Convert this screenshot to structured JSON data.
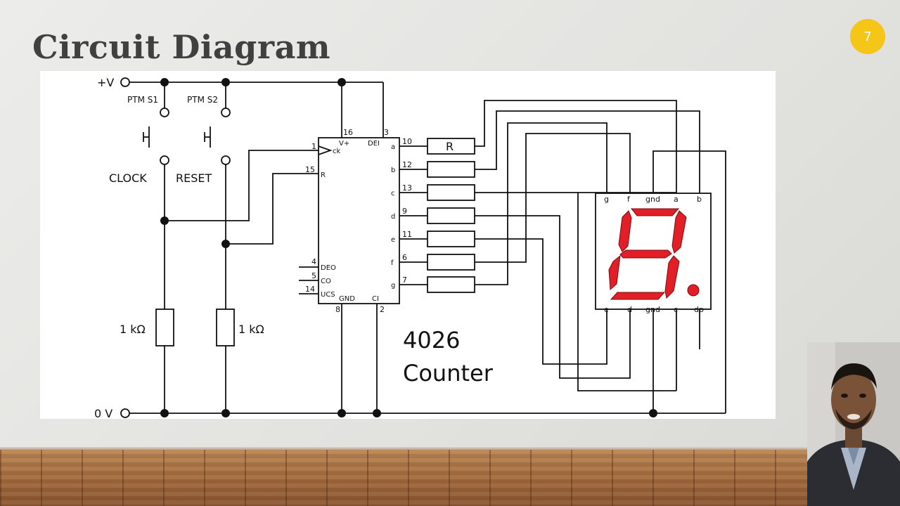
{
  "slide": {
    "title": "Circuit Diagram",
    "page_number": "7",
    "colors": {
      "badge": "#f5c518",
      "segment": "#e21f26",
      "title": "#404040"
    }
  },
  "diagram": {
    "supply_label": "+V",
    "ground_label": "0 V",
    "switch1_label": "PTM S1",
    "switch2_label": "PTM S2",
    "clock_label": "CLOCK",
    "reset_label": "RESET",
    "resistor1_label": "1 kΩ",
    "resistor2_label": "1 kΩ",
    "series_resistor_label": "R",
    "ic": {
      "label_line1": "4026",
      "label_line2": "Counter",
      "pins": {
        "p16": "16",
        "p3": "3",
        "p1": "1",
        "p15": "15",
        "p4": "4",
        "p5": "5",
        "p14": "14",
        "p8": "8",
        "p2": "2",
        "p10": "10",
        "p12": "12",
        "p13": "13",
        "p9": "9",
        "p11": "11",
        "p6": "6",
        "p7": "7"
      },
      "names": {
        "vplus": "V+",
        "dei": "DEI",
        "ck": "ck",
        "r": "R",
        "deo": "DEO",
        "co": "CO",
        "ucs": "UCS",
        "gnd": "GND",
        "ci": "CI",
        "a": "a",
        "b": "b",
        "c": "c",
        "d": "d",
        "e": "e",
        "f": "f",
        "g": "g"
      }
    },
    "display": {
      "top": {
        "g": "g",
        "f": "f",
        "gnd": "gnd",
        "a": "a",
        "b": "b"
      },
      "bottom": {
        "e": "e",
        "d": "d",
        "gnd": "gnd",
        "c": "c",
        "dp": "dp"
      }
    }
  }
}
